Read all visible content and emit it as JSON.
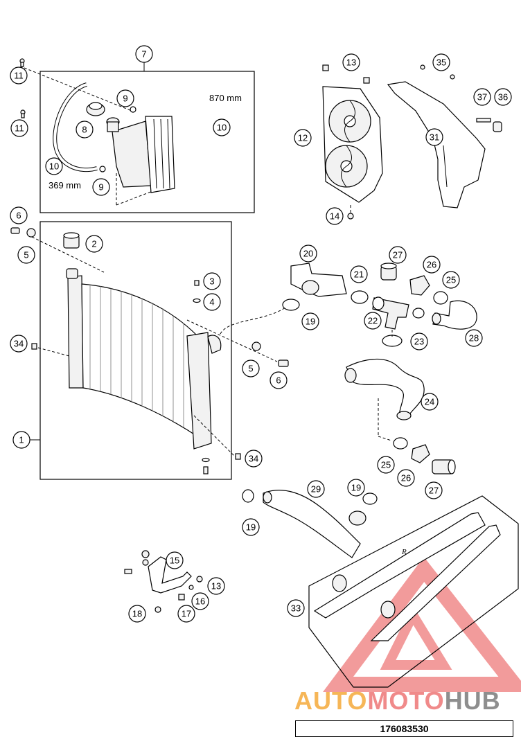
{
  "callouts": [
    {
      "id": "7",
      "label": "7"
    },
    {
      "id": "11a",
      "label": "11"
    },
    {
      "id": "11b",
      "label": "11"
    },
    {
      "id": "9a",
      "label": "9"
    },
    {
      "id": "8",
      "label": "8"
    },
    {
      "id": "10a",
      "label": "10"
    },
    {
      "id": "10b",
      "label": "10"
    },
    {
      "id": "9b",
      "label": "9"
    },
    {
      "id": "13a",
      "label": "13"
    },
    {
      "id": "35",
      "label": "35"
    },
    {
      "id": "12",
      "label": "12"
    },
    {
      "id": "31",
      "label": "31"
    },
    {
      "id": "37",
      "label": "37"
    },
    {
      "id": "36",
      "label": "36"
    },
    {
      "id": "14",
      "label": "14"
    },
    {
      "id": "6a",
      "label": "6"
    },
    {
      "id": "5a",
      "label": "5"
    },
    {
      "id": "2",
      "label": "2"
    },
    {
      "id": "3",
      "label": "3"
    },
    {
      "id": "4",
      "label": "4"
    },
    {
      "id": "34a",
      "label": "34"
    },
    {
      "id": "1",
      "label": "1"
    },
    {
      "id": "5b",
      "label": "5"
    },
    {
      "id": "6b",
      "label": "6"
    },
    {
      "id": "34b",
      "label": "34"
    },
    {
      "id": "20",
      "label": "20"
    },
    {
      "id": "27a",
      "label": "27"
    },
    {
      "id": "21",
      "label": "21"
    },
    {
      "id": "26a",
      "label": "26"
    },
    {
      "id": "25a",
      "label": "25"
    },
    {
      "id": "19a",
      "label": "19"
    },
    {
      "id": "22",
      "label": "22"
    },
    {
      "id": "23",
      "label": "23"
    },
    {
      "id": "28",
      "label": "28"
    },
    {
      "id": "24",
      "label": "24"
    },
    {
      "id": "25b",
      "label": "25"
    },
    {
      "id": "26b",
      "label": "26"
    },
    {
      "id": "27b",
      "label": "27"
    },
    {
      "id": "29",
      "label": "29"
    },
    {
      "id": "19b",
      "label": "19"
    },
    {
      "id": "19c",
      "label": "19"
    },
    {
      "id": "15",
      "label": "15"
    },
    {
      "id": "13b",
      "label": "13"
    },
    {
      "id": "16",
      "label": "16"
    },
    {
      "id": "18",
      "label": "18"
    },
    {
      "id": "17",
      "label": "17"
    },
    {
      "id": "33",
      "label": "33"
    }
  ],
  "dimensions": {
    "hose_long": "870 mm",
    "hose_short": "369 mm"
  },
  "watermark": {
    "part1": "AUTO",
    "part2": "MOTO",
    "part3": "HUB"
  },
  "drawing_number": "176083530"
}
